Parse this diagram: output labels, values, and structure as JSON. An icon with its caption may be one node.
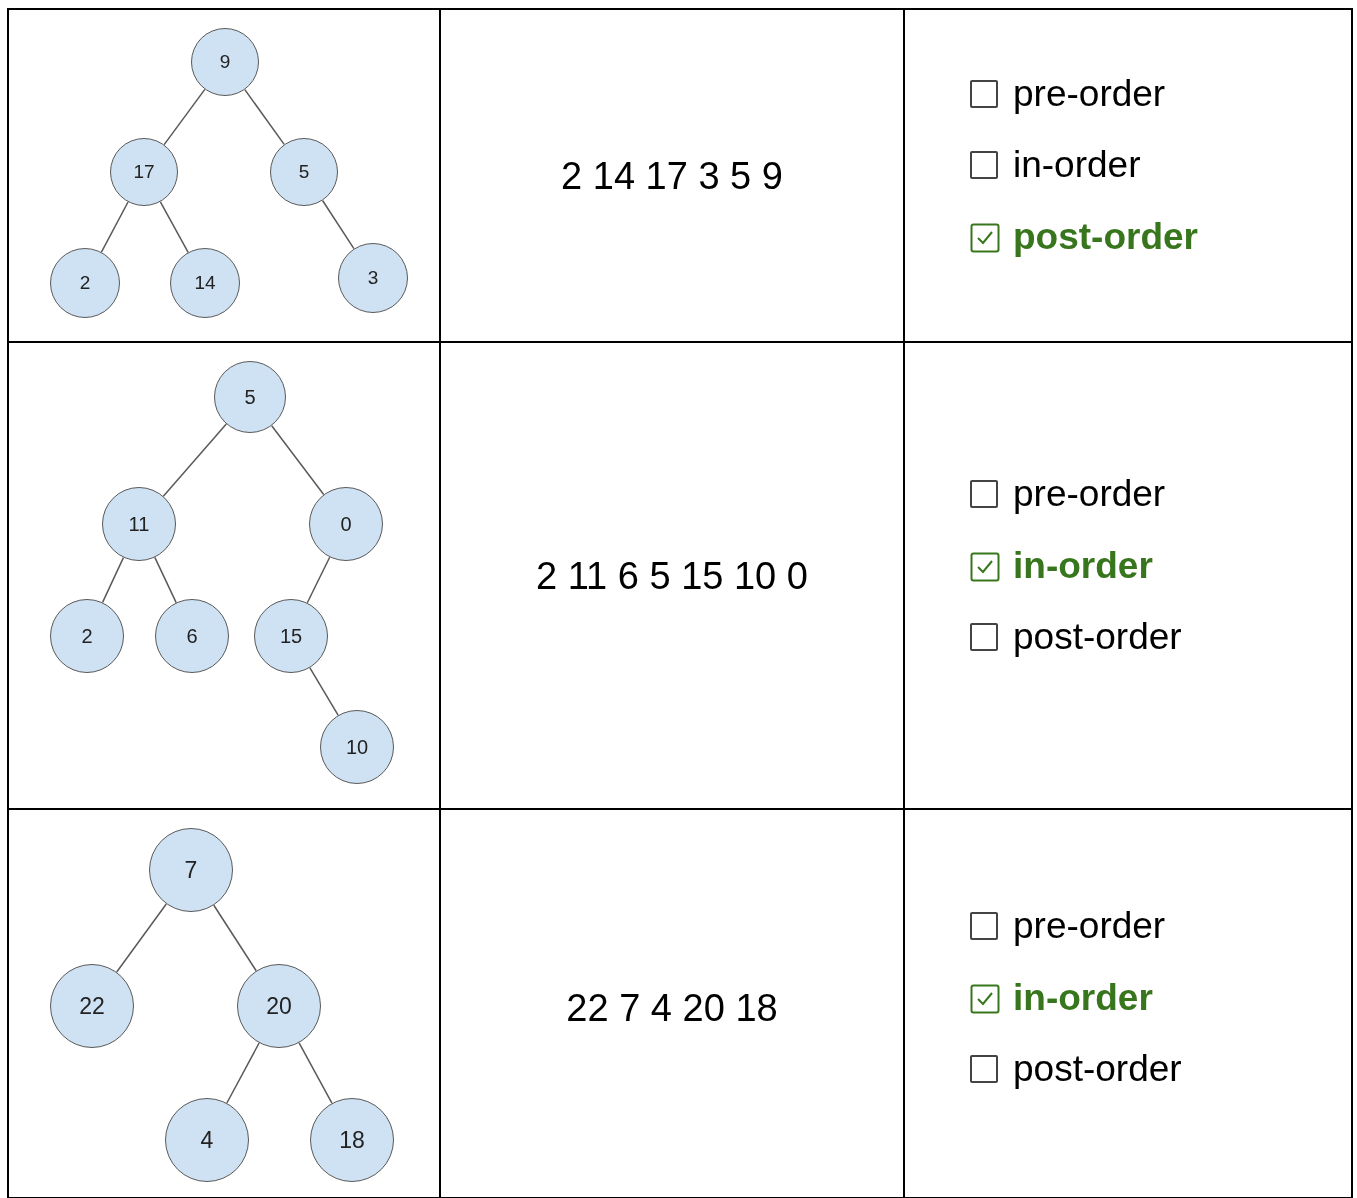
{
  "diagram": {
    "nodes": [
      {
        "text": [
          "9"
        ]
      },
      {
        "text": [
          "17"
        ]
      },
      {
        "text": [
          "5"
        ]
      },
      {
        "text": [
          "2"
        ]
      },
      {
        "text": [
          "14"
        ]
      },
      {
        "text": [
          "3"
        ]
      },
      {
        "text": [
          "5"
        ]
      },
      {
        "text": [
          "11"
        ]
      },
      {
        "text": [
          "0"
        ]
      },
      {
        "text": [
          "2"
        ]
      },
      {
        "text": [
          "6"
        ]
      },
      {
        "text": [
          "15"
        ]
      },
      {
        "text": [
          "10"
        ]
      },
      {
        "text": [
          "7"
        ]
      },
      {
        "text": [
          "22"
        ]
      },
      {
        "text": [
          "20"
        ]
      },
      {
        "text": [
          "4"
        ]
      },
      {
        "text": [
          "18"
        ]
      }
    ],
    "edges": [
      {
        "from": 0,
        "to": 1,
        "arrow": "none"
      },
      {
        "from": 0,
        "to": 2,
        "arrow": "none"
      },
      {
        "from": 1,
        "to": 3,
        "arrow": "none"
      },
      {
        "from": 1,
        "to": 4,
        "arrow": "none"
      },
      {
        "from": 2,
        "to": 5,
        "arrow": "none"
      },
      {
        "from": 6,
        "to": 7,
        "arrow": "none"
      },
      {
        "from": 6,
        "to": 8,
        "arrow": "none"
      },
      {
        "from": 7,
        "to": 9,
        "arrow": "none"
      },
      {
        "from": 7,
        "to": 10,
        "arrow": "none"
      },
      {
        "from": 8,
        "to": 11,
        "arrow": "none"
      },
      {
        "from": 11,
        "to": 12,
        "arrow": "none"
      },
      {
        "from": 13,
        "to": 14,
        "arrow": "none"
      },
      {
        "from": 13,
        "to": 15,
        "arrow": "none"
      },
      {
        "from": 15,
        "to": 16,
        "arrow": "none"
      },
      {
        "from": 15,
        "to": 17,
        "arrow": "none"
      }
    ],
    "labels": [
      "2 14 17 3 5 9",
      "pre-order",
      "in-order",
      "post-order",
      "2 11 6 5 15 10 0",
      "pre-order",
      "in-order",
      "post-order",
      "22 7 4 20 18",
      "pre-order",
      "in-order",
      "post-order"
    ]
  }
}
